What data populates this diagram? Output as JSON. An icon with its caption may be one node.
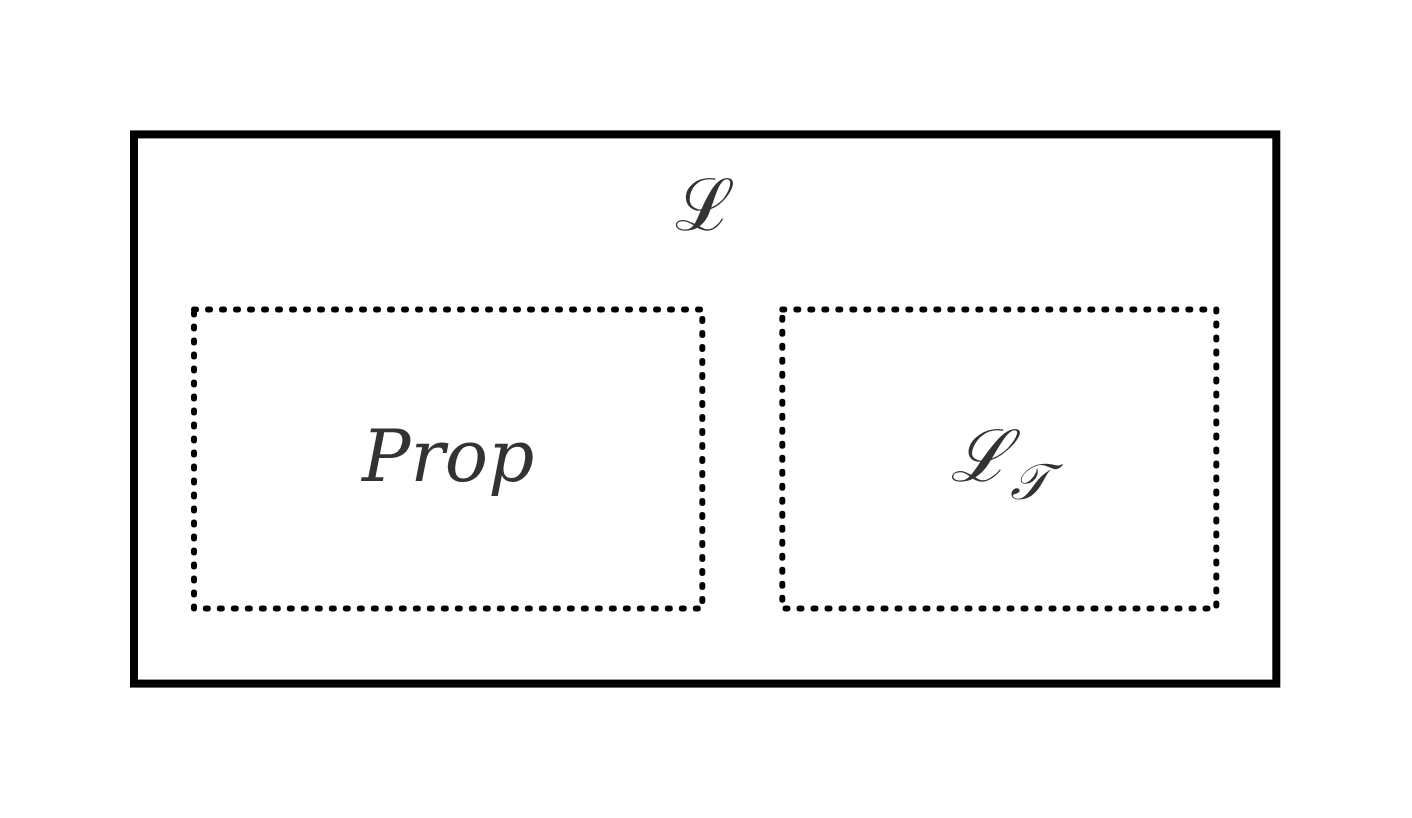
{
  "diagram": {
    "nodes": [
      {
        "text": [
          "ℒ"
        ]
      },
      {
        "text": [
          "Prop"
        ],
        "in": 0
      },
      {
        "text": [
          "ℒ$_{𝒯}$"
        ],
        "in": 0
      }
    ]
  }
}
